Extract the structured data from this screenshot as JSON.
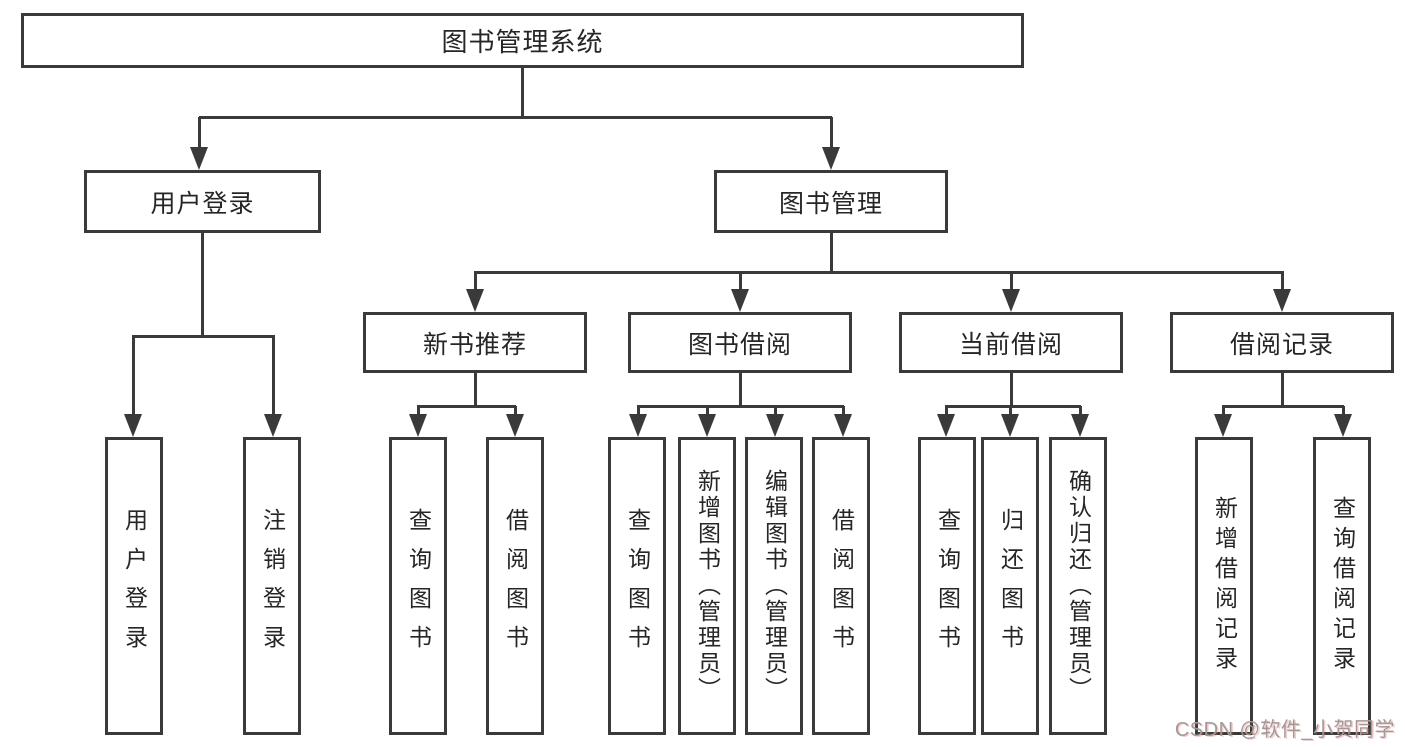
{
  "diagram": {
    "root": {
      "label": "图书管理系统"
    },
    "level2": [
      {
        "label": "用户登录"
      },
      {
        "label": "图书管理"
      }
    ],
    "level3": [
      {
        "label": "新书推荐",
        "parent": "图书管理"
      },
      {
        "label": "图书借阅",
        "parent": "图书管理"
      },
      {
        "label": "当前借阅",
        "parent": "图书管理"
      },
      {
        "label": "借阅记录",
        "parent": "图书管理"
      }
    ],
    "leaves": [
      {
        "label": "用户登录",
        "parent": "用户登录"
      },
      {
        "label": "注销登录",
        "parent": "用户登录"
      },
      {
        "label": "查询图书",
        "parent": "新书推荐"
      },
      {
        "label": "借阅图书",
        "parent": "新书推荐"
      },
      {
        "label": "查询图书",
        "parent": "图书借阅"
      },
      {
        "label": "新增图书（管理员）",
        "parent": "图书借阅"
      },
      {
        "label": "编辑图书（管理员）",
        "parent": "图书借阅"
      },
      {
        "label": "借阅图书",
        "parent": "图书借阅"
      },
      {
        "label": "查询图书",
        "parent": "当前借阅"
      },
      {
        "label": "归还图书",
        "parent": "当前借阅"
      },
      {
        "label": "确认归还（管理员）",
        "parent": "当前借阅"
      },
      {
        "label": "新增借阅记录",
        "parent": "借阅记录"
      },
      {
        "label": "查询借阅记录",
        "parent": "借阅记录"
      }
    ]
  },
  "watermark": {
    "text": "CSDN @软件_小贺同学",
    "color": "#9b9ba1",
    "accent_color": "#fc5531"
  },
  "colors": {
    "line": "#3a3a3a",
    "text": "#262626",
    "background": "#ffffff",
    "box_background": "#ffffff"
  }
}
